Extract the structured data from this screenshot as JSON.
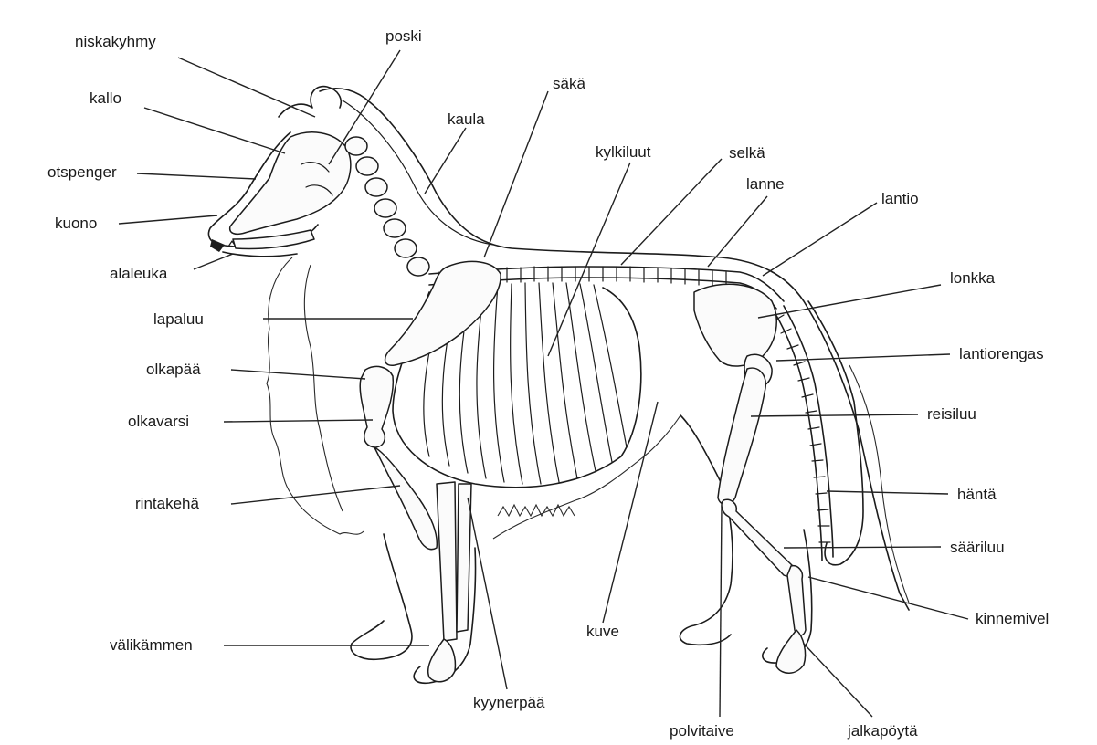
{
  "labels": [
    {
      "key": "niskakyhmy",
      "text": "niskakyhmy"
    },
    {
      "key": "poski",
      "text": "poski"
    },
    {
      "key": "saka",
      "text": "säkä"
    },
    {
      "key": "kallo",
      "text": "kallo"
    },
    {
      "key": "kaula",
      "text": "kaula"
    },
    {
      "key": "kylkiluut",
      "text": "kylkiluut"
    },
    {
      "key": "selka",
      "text": "selkä"
    },
    {
      "key": "otspenger",
      "text": "otspenger"
    },
    {
      "key": "lanne",
      "text": "lanne"
    },
    {
      "key": "lantio",
      "text": "lantio"
    },
    {
      "key": "kuono",
      "text": "kuono"
    },
    {
      "key": "alaleuka",
      "text": "alaleuka"
    },
    {
      "key": "lonkka",
      "text": "lonkka"
    },
    {
      "key": "lapaluu",
      "text": "lapaluu"
    },
    {
      "key": "olkapaa",
      "text": "olkapää"
    },
    {
      "key": "lantiorengas",
      "text": "lantiorengas"
    },
    {
      "key": "olkavarsi",
      "text": "olkavarsi"
    },
    {
      "key": "reisiluu",
      "text": "reisiluu"
    },
    {
      "key": "rintakeha",
      "text": "rintakehä"
    },
    {
      "key": "hanta",
      "text": "häntä"
    },
    {
      "key": "saariluu",
      "text": "sääriluu"
    },
    {
      "key": "kinnemivel",
      "text": "kinnemivel"
    },
    {
      "key": "valikammen",
      "text": "välikämmen"
    },
    {
      "key": "kuve",
      "text": "kuve"
    },
    {
      "key": "kyynerpaa",
      "text": "kyynerpää"
    },
    {
      "key": "polvitaive",
      "text": "polvitaive"
    },
    {
      "key": "jalkapoyta",
      "text": "jalkapöytä"
    }
  ]
}
